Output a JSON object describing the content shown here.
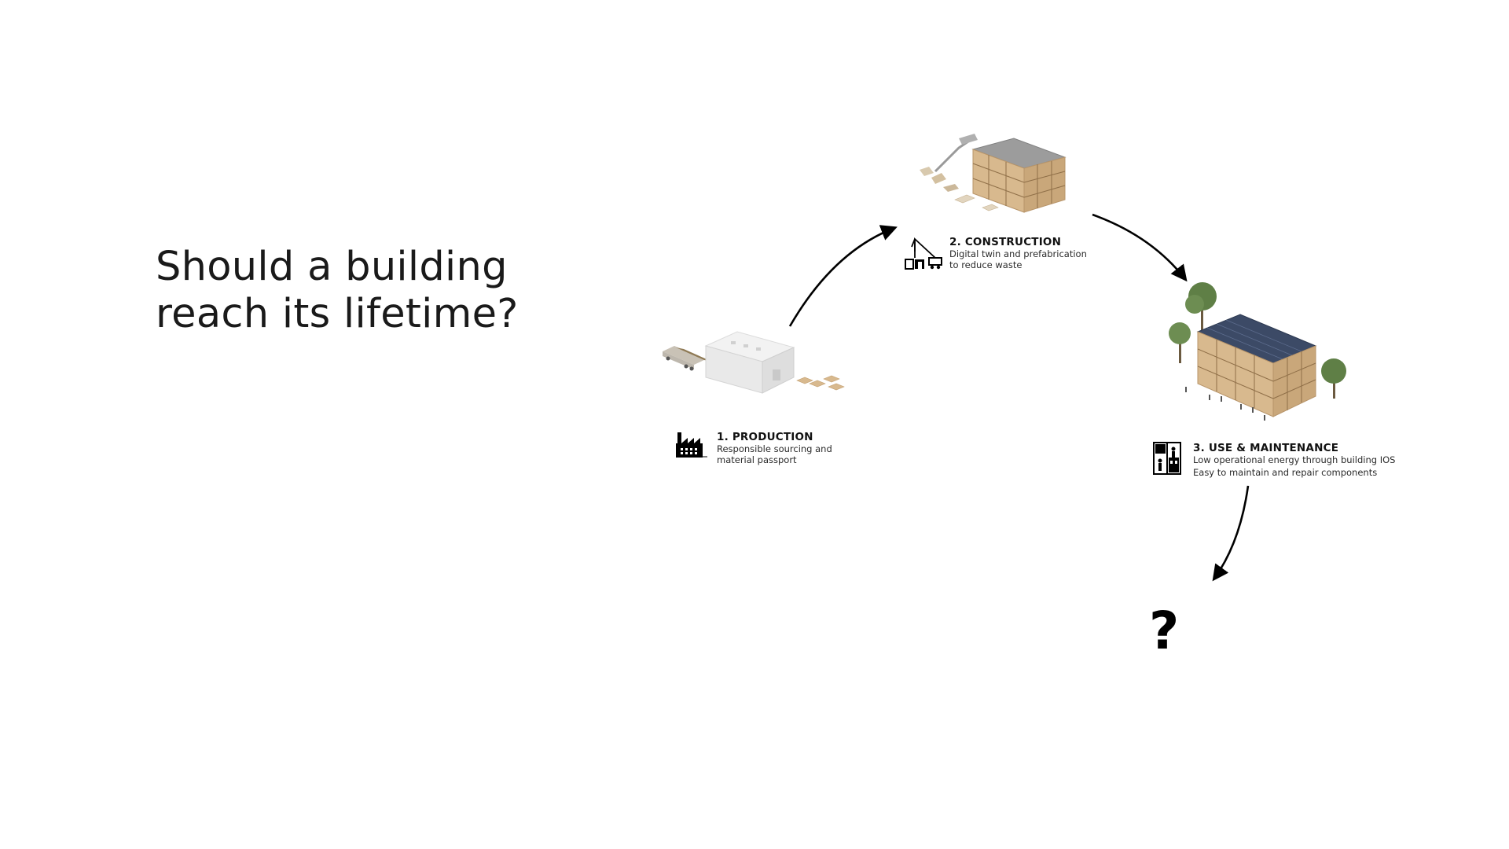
{
  "headline": {
    "line1": "Should a building",
    "line2": "reach its lifetime?"
  },
  "stages": [
    {
      "title": "1. PRODUCTION",
      "desc_lines": [
        "Responsible sourcing and",
        "material passport"
      ],
      "icon": "factory-icon"
    },
    {
      "title": "2. CONSTRUCTION",
      "desc_lines": [
        "Digital twin and prefabrication",
        "to reduce waste"
      ],
      "icon": "crane-icon"
    },
    {
      "title": "3. USE & MAINTENANCE",
      "desc_lines": [
        "Low operational energy through building IOS",
        "Easy to maintain and repair components"
      ],
      "icon": "building-use-icon"
    }
  ],
  "end_mark": "?",
  "colors": {
    "arrow": "#000000",
    "timber": "#d8b98e",
    "concrete": "#9a9a9a",
    "solar": "#3c4a66",
    "tree": "#5f7f46"
  }
}
